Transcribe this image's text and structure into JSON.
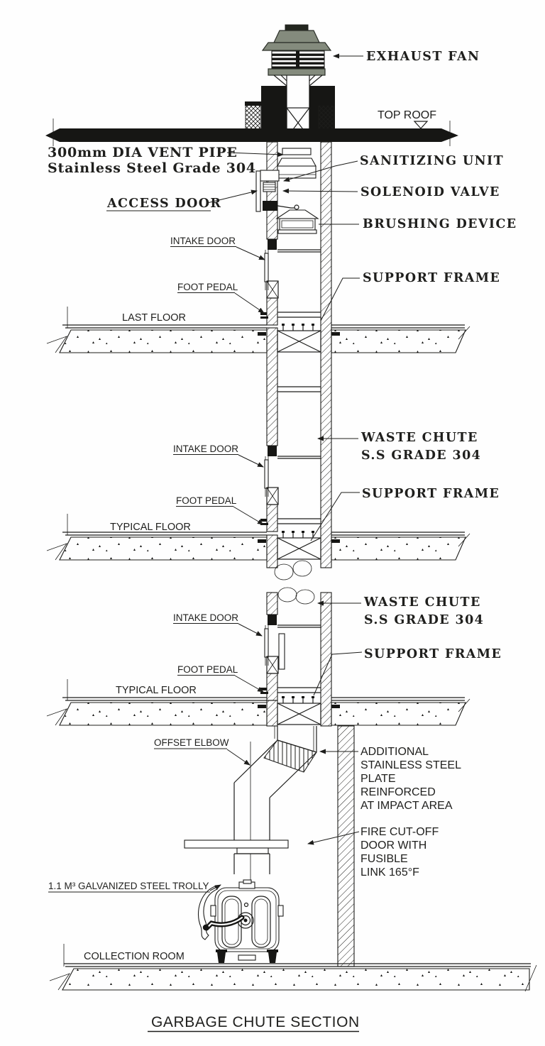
{
  "drawing_title": "GARBAGE CHUTE SECTION",
  "colors": {
    "ink": "#1d1d1b",
    "fan_green": "#848b7d",
    "fan_dark": "#23261f",
    "paper": "#ffffff"
  },
  "labels": {
    "exhaust_fan": "EXHAUST FAN",
    "top_roof": "TOP ROOF",
    "vent_pipe_line1": "300mm DIA VENT PIPE",
    "vent_pipe_line2": "Stainless Steel Grade 304",
    "sanitizing_unit": "SANITIZING UNIT",
    "access_door": "ACCESS DOOR",
    "solenoid_valve": "SOLENOID VALVE",
    "brushing_device": "BRUSHING DEVICE",
    "intake_door": "INTAKE DOOR",
    "support_frame": "SUPPORT FRAME",
    "foot_pedal": "FOOT PEDAL",
    "last_floor": "LAST FLOOR",
    "typical_floor": "TYPICAL FLOOR",
    "waste_chute_line1": "WASTE CHUTE",
    "waste_chute_line2": "S.S GRADE 304",
    "offset_elbow": "OFFSET ELBOW",
    "additional_plate": [
      "ADDITIONAL",
      "STAINLESS STEEL",
      "PLATE",
      "REINFORCED",
      "AT IMPACT AREA"
    ],
    "fire_door": [
      "FIRE CUT-OFF",
      "DOOR WITH",
      "FUSIBLE",
      "LINK 165°F"
    ],
    "trolley": "1.1 M³ GALVANIZED STEEL TROLLY",
    "collection_room": "COLLECTION ROOM"
  }
}
